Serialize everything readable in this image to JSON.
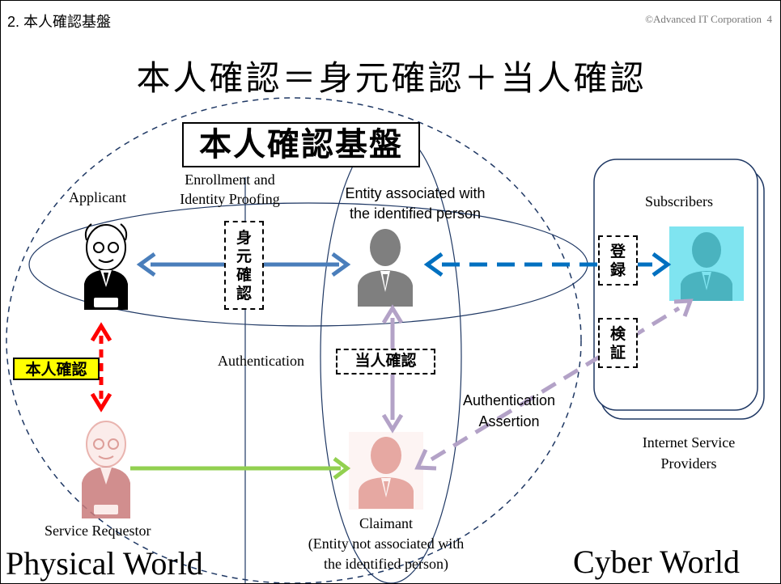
{
  "slide": {
    "section_heading": "2. 本人確認基盤",
    "copyright": "©Advanced IT Corporation",
    "page_number": "4",
    "main_title": "本人確認＝身元確認＋当人確認",
    "platform_title": "本人確認基盤"
  },
  "labels": {
    "applicant": "Applicant",
    "enrollment": "Enrollment and\nIdentity Proofing",
    "entity_associated": "Entity associated with\nthe identified person",
    "subscribers": "Subscribers",
    "identity_proofing_box": "身\n元\n確\n認",
    "registration_box": "登\n録",
    "verification_box": "検\n証",
    "authentication": "Authentication",
    "authentication_box": "当人確認",
    "identity_verification_box": "本人確認",
    "authentication_assertion": "Authentication\nAssertion",
    "service_requestor": "Service Requestor",
    "internet_service_providers": "Internet Service\nProviders",
    "claimant": "Claimant\n(Entity not associated with\nthe identified person)",
    "physical_world": "Physical World",
    "cyber_world": "Cyber World"
  },
  "colors": {
    "blue_arrow": "#4a7ebb",
    "dashed_blue_arrow": "#0070c0",
    "lavender_arrow": "#b3a2c7",
    "red_arrow": "#ff0000",
    "green_arrow": "#92d050",
    "cyan_avatar": "#7fe4f0",
    "gray_avatar": "#7f7f7f",
    "pink_avatar": "#e6a8a2",
    "highlight_yellow": "#ffff00",
    "ellipse_stroke": "#1f3864"
  },
  "icons": [
    "applicant-person-icon",
    "entity-person-icon",
    "subscriber-person-icon",
    "claimant-person-icon",
    "service-requestor-person-icon"
  ]
}
